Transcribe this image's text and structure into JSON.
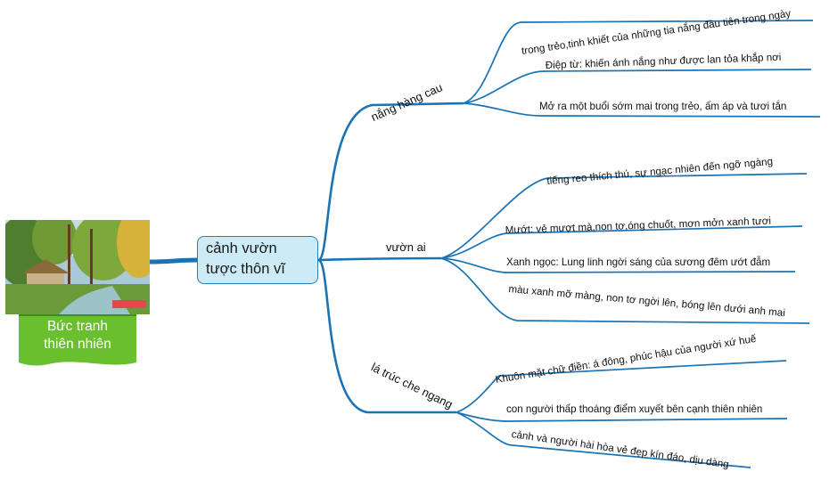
{
  "colors": {
    "line": "#1a73b5",
    "center_fill": "#ccebf7",
    "caption_fill": "#6abf2e"
  },
  "image": {
    "caption_line1": "Bức tranh",
    "caption_line2": "thiên nhiên"
  },
  "center": {
    "line1": "cảnh vườn",
    "line2": "tược thôn vĩ"
  },
  "branches": [
    {
      "label": "nắng hàng cau",
      "leaves": [
        "trong trẻo,tinh khiết của những tia nắng đầu tiên trong ngày",
        "Điệp từ: khiến ánh nắng như được lan tỏa khắp nơi",
        "Mở ra một buổi sớm mai trong trẻo, ấm áp và tươi tắn"
      ]
    },
    {
      "label": "vườn ai",
      "leaves": [
        "tiếng reo thích thú, sự ngạc nhiên đến ngỡ ngàng",
        "Mướt: vẻ mượt mà,non tơ,óng chuốt, mơn mởn xanh tươi",
        "Xanh ngọc: Lung linh ngời sáng của sương đêm ướt đẫm",
        "màu xanh mỡ màng, non tơ ngời lên, bóng lên dưới anh mai"
      ]
    },
    {
      "label": "lá trúc che ngang",
      "leaves": [
        "Khuôn mặt chữ điền: á đông, phúc hậu của người xứ huế",
        "con người thấp thoáng điểm xuyết bên cạnh thiên nhiên",
        "cảnh và người hài hòa vẻ đẹp kín đáo, dịu dàng"
      ]
    }
  ]
}
